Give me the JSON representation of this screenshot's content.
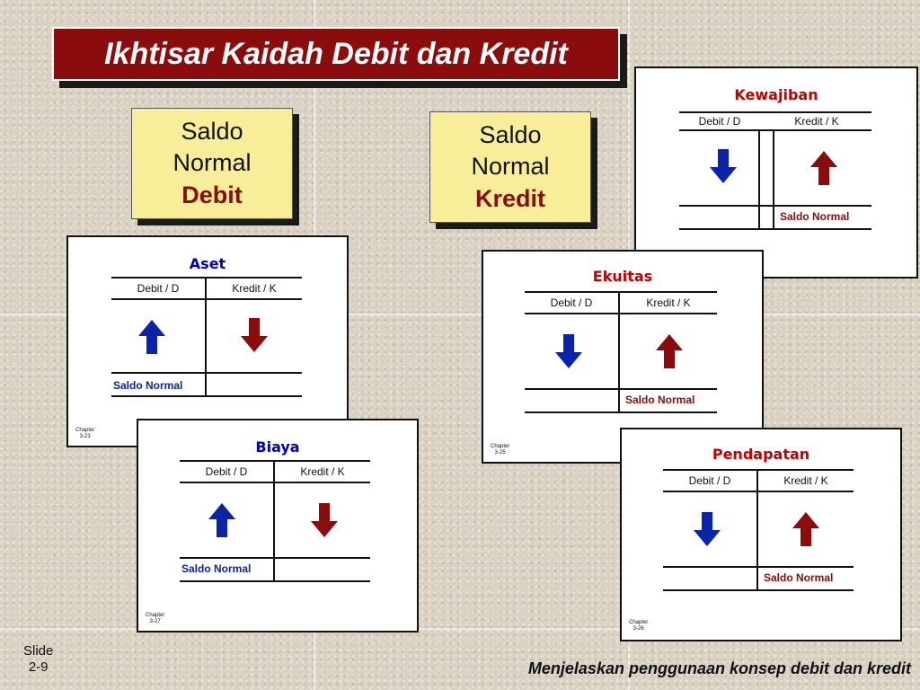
{
  "title": "Ikhtisar Kaidah Debit dan Kredit",
  "notes": {
    "debit": {
      "line1": "Saldo",
      "line2": "Normal",
      "line3": "Debit"
    },
    "kredit": {
      "line1": "Saldo",
      "line2": "Normal",
      "line3": "Kredit"
    }
  },
  "cards": {
    "aset": {
      "title": "Aset",
      "debit_header": "Debit / D",
      "kredit_header": "Kredit / K",
      "normal_label": "Saldo Normal",
      "chapter": "Chapter",
      "chapter_num": "3-23"
    },
    "kewajiban": {
      "title": "Kewajiban",
      "debit_header": "Debit / D",
      "kredit_header": "Kredit / K",
      "normal_label": "Saldo Normal"
    },
    "ekuitas": {
      "title": "Ekuitas",
      "debit_header": "Debit / D",
      "kredit_header": "Kredit / K",
      "normal_label": "Saldo Normal",
      "chapter": "Chapter",
      "chapter_num": "3-25"
    },
    "biaya": {
      "title": "Biaya",
      "debit_header": "Debit / D",
      "kredit_header": "Kredit / K",
      "normal_label": "Saldo Normal",
      "chapter": "Chapter",
      "chapter_num": "3-27"
    },
    "pendapatan": {
      "title": "Pendapatan",
      "debit_header": "Debit / D",
      "kredit_header": "Kredit / K",
      "normal_label": "Saldo Normal",
      "chapter": "Chapter",
      "chapter_num": "3-26"
    }
  },
  "slide": {
    "label": "Slide",
    "number": "2-9"
  },
  "footer": "Menjelaskan penggunaan konsep debit dan kredit",
  "colors": {
    "title_bg": "#8b0c0c",
    "note_bg": "#f8ee9a",
    "card_title_red": "#c00000",
    "card_title_blue": "#0000b0",
    "arrow_blue": "#0a23a8",
    "arrow_red": "#8b0c0c",
    "normal_blue": "#0a23a8",
    "normal_red": "#8b0c0c"
  },
  "icons": {
    "up": "arrow-up-icon",
    "down": "arrow-down-icon"
  }
}
